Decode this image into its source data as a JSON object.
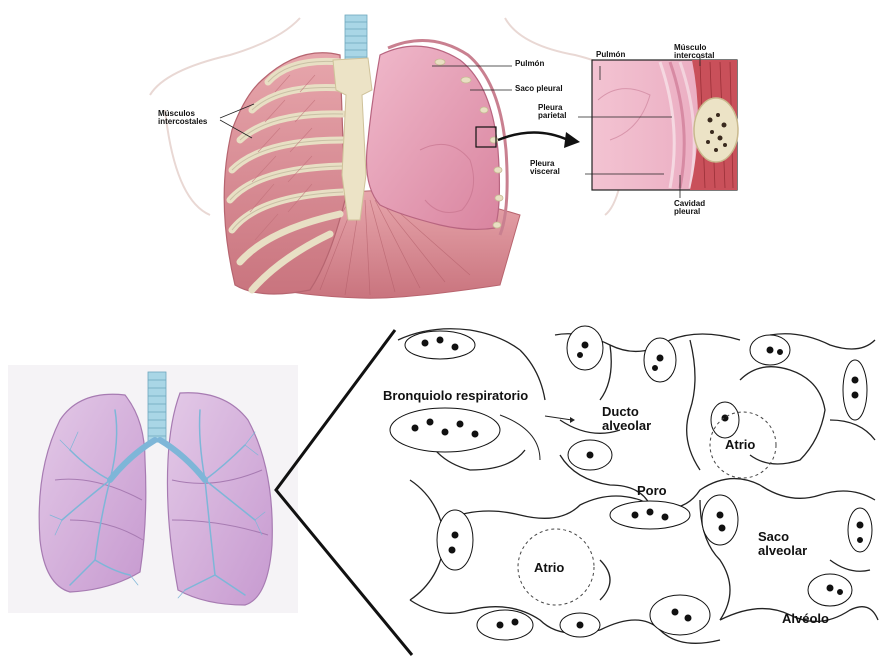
{
  "thorax": {
    "labels": {
      "intercostal_muscles": "Músculos intercostales",
      "lung": "Pulmón",
      "pleural_sac": "Saco pleural"
    }
  },
  "pleura_inset": {
    "labels": {
      "lung": "Pulmón",
      "intercostal_muscle": "Músculo intercostal",
      "parietal_pleura": "Pleura parietal",
      "visceral_pleura": "Pleura visceral",
      "pleural_cavity": "Cavidad pleural"
    }
  },
  "alveoli_detail": {
    "labels": {
      "respiratory_bronchiole": "Bronquiolo respiratorio",
      "alveolar_duct": "Ducto alveolar",
      "atrium_right": "Atrio",
      "pore": "Poro",
      "atrium_left": "Atrio",
      "alveolar_sac": "Saco alveolar",
      "alveolus": "Alvéolo"
    }
  },
  "colors": {
    "muscle": "#d98a92",
    "lung": "#e7a3bb",
    "bone": "#ece3c6",
    "trachea": "#a9d6e6",
    "lung_purple": "#d4b3dc",
    "vessel": "#7eb6d8"
  }
}
